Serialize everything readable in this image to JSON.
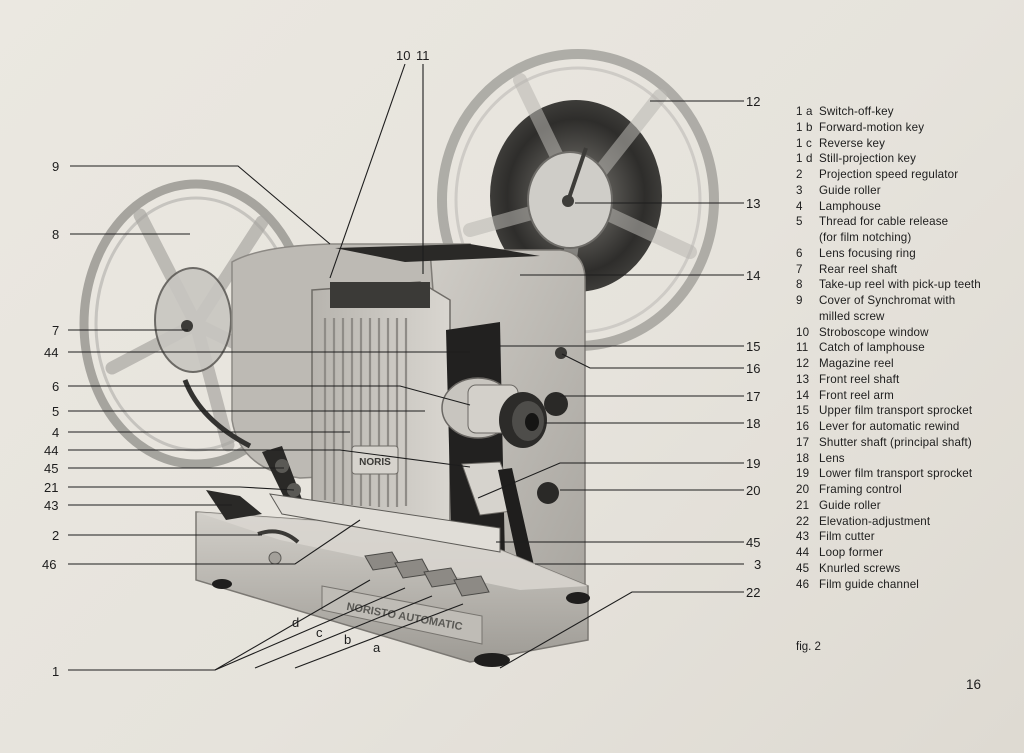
{
  "callouts": {
    "c1": "1",
    "c2": "2",
    "c3": "3",
    "c4": "4",
    "c5": "5",
    "c6": "6",
    "c7": "7",
    "c8": "8",
    "c9": "9",
    "c10": "10",
    "c11": "11",
    "c12": "12",
    "c13": "13",
    "c14": "14",
    "c15": "15",
    "c16": "16",
    "c17": "17",
    "c18": "18",
    "c19": "19",
    "c20": "20",
    "c21": "21",
    "c22": "22",
    "c43": "43",
    "c44a": "44",
    "c44b": "44",
    "c45a": "45",
    "c45b": "45",
    "c46": "46",
    "ca": "a",
    "cb": "b",
    "cc": "c",
    "cd": "d"
  },
  "machine_labels": {
    "brand": "NORIS",
    "model": "NORISTO AUTOMATIC"
  },
  "legend": [
    {
      "key": "1 a",
      "text": "Switch-off-key"
    },
    {
      "key": "1 b",
      "text": "Forward-motion key"
    },
    {
      "key": "1 c",
      "text": "Reverse key"
    },
    {
      "key": "1 d",
      "text": "Still-projection key"
    },
    {
      "key": "2",
      "text": "Projection speed regulator"
    },
    {
      "key": "3",
      "text": "Guide roller"
    },
    {
      "key": "4",
      "text": "Lamphouse"
    },
    {
      "key": "5",
      "text": "Thread for cable release",
      "text2": "(for film notching)"
    },
    {
      "key": "6",
      "text": "Lens focusing ring"
    },
    {
      "key": "7",
      "text": "Rear reel shaft"
    },
    {
      "key": "8",
      "text": "Take-up reel with pick-up teeth"
    },
    {
      "key": "9",
      "text": "Cover of Synchromat with",
      "text2": "milled screw"
    },
    {
      "key": "10",
      "text": "Stroboscope window"
    },
    {
      "key": "11",
      "text": "Catch of lamphouse"
    },
    {
      "key": "12",
      "text": "Magazine reel"
    },
    {
      "key": "13",
      "text": "Front reel shaft"
    },
    {
      "key": "14",
      "text": "Front reel arm"
    },
    {
      "key": "15",
      "text": "Upper film transport sprocket"
    },
    {
      "key": "16",
      "text": "Lever for automatic rewind"
    },
    {
      "key": "17",
      "text": "Shutter shaft (principal shaft)"
    },
    {
      "key": "18",
      "text": "Lens"
    },
    {
      "key": "19",
      "text": "Lower film transport sprocket"
    },
    {
      "key": "20",
      "text": "Framing control"
    },
    {
      "key": "21",
      "text": "Guide roller"
    },
    {
      "key": "22",
      "text": "Elevation-adjustment"
    },
    {
      "key": "43",
      "text": "Film cutter"
    },
    {
      "key": "44",
      "text": "Loop former"
    },
    {
      "key": "45",
      "text": "Knurled screws"
    },
    {
      "key": "46",
      "text": "Film guide channel"
    }
  ],
  "caption": "fig. 2",
  "page_number": "16"
}
